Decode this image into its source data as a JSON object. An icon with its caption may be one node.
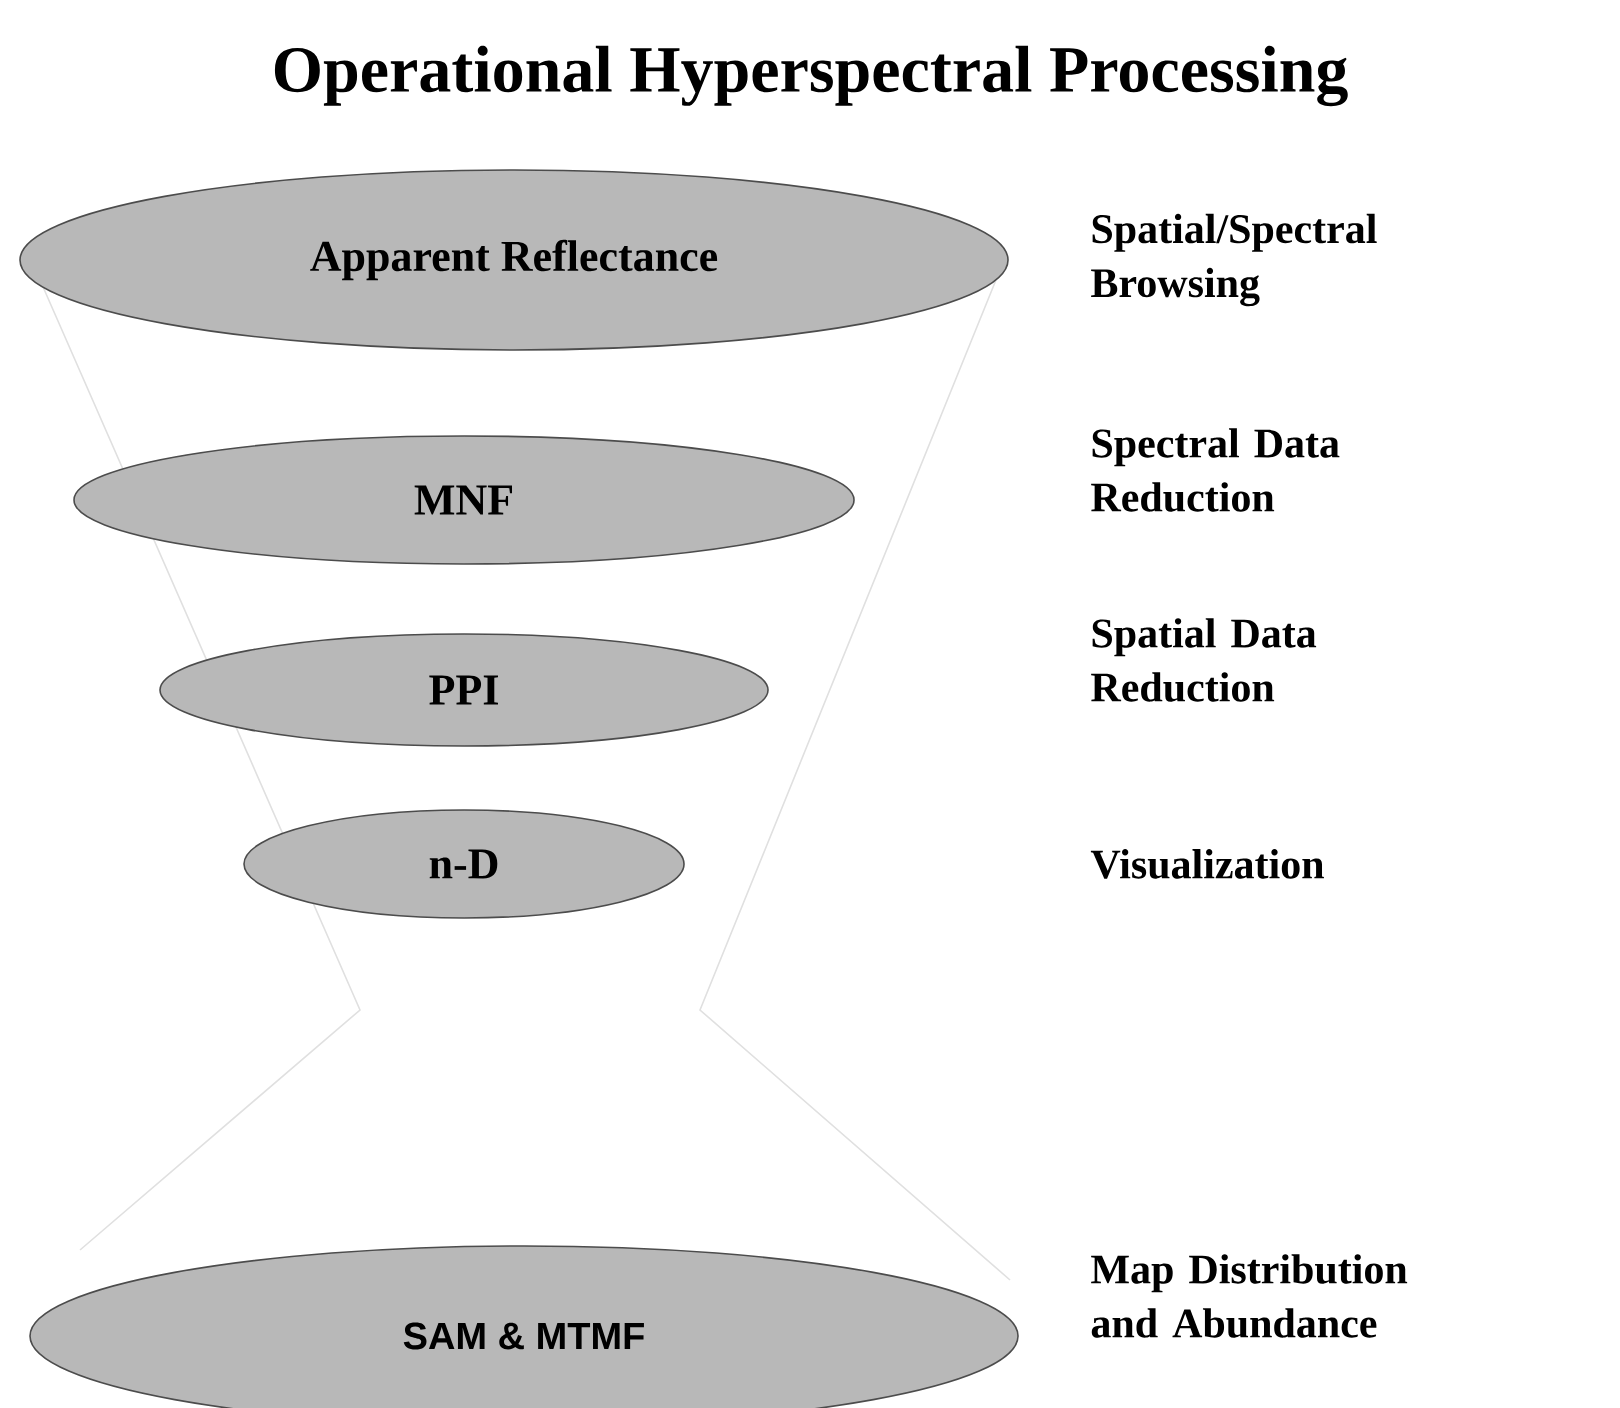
{
  "diagram": {
    "title": "Operational Hyperspectral Processing",
    "nodes": [
      {
        "text": [
          "Apparent Reflectance"
        ]
      },
      {
        "text": [
          "MNF"
        ]
      },
      {
        "text": [
          "PPI"
        ]
      },
      {
        "text": [
          "n-D"
        ]
      },
      {
        "text": [
          "SAM & MTMF"
        ]
      }
    ],
    "labels": [
      "Spatial/Spectral Browsing",
      "Spectral Data Reduction",
      "Spatial Data Reduction",
      "Visualization",
      "Map Distribution and Abundance"
    ]
  }
}
